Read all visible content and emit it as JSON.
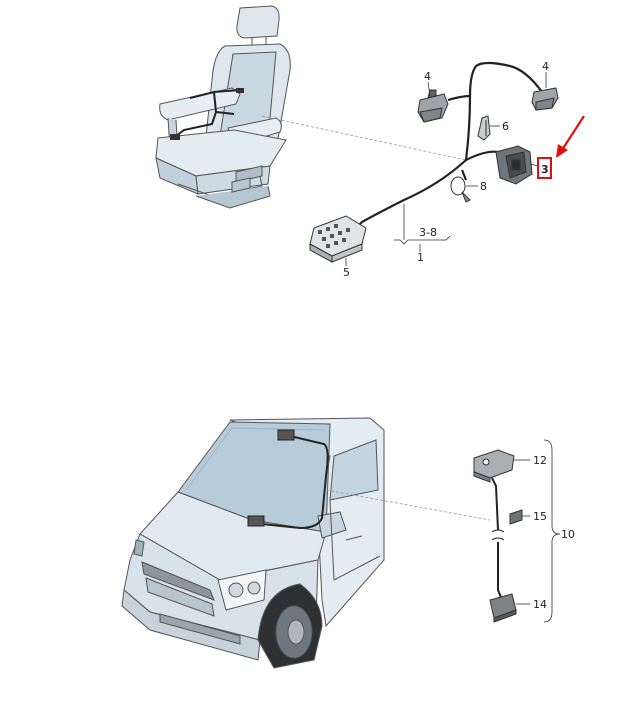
{
  "callouts": {
    "top": {
      "part_4_left": "4",
      "part_4_right": "4",
      "part_6": "6",
      "part_3": "3",
      "part_8": "8",
      "part_range": "3-8",
      "part_1": "1",
      "part_5": "5"
    },
    "bottom": {
      "part_12": "12",
      "part_15": "15",
      "part_10": "10",
      "part_14": "14"
    }
  },
  "colors": {
    "line": "#222222",
    "seat_fill": "#d9e4ea",
    "seat_shade": "#b9cbd6",
    "van_fill": "#dce7ee",
    "glass": "#b7ccd9",
    "part_fill": "#9aa0a4",
    "highlight": "#e01010"
  },
  "icons": {
    "seat": "car-seat-icon",
    "van": "van-front-icon",
    "arrow": "red-arrow-icon"
  }
}
